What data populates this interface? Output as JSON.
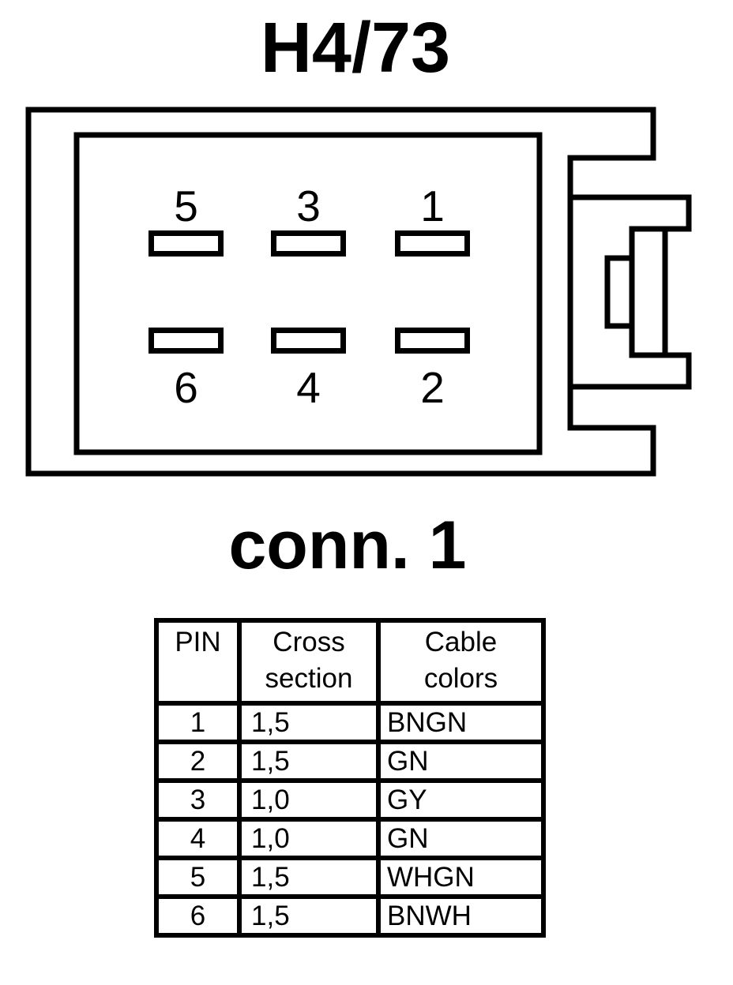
{
  "colors": {
    "ink": "#000000",
    "background": "#ffffff"
  },
  "connector": {
    "title": "H4/73",
    "caption": "conn. 1",
    "pin_labels": {
      "top": [
        "5",
        "3",
        "1"
      ],
      "bottom": [
        "6",
        "4",
        "2"
      ]
    }
  },
  "table": {
    "headers": [
      "PIN",
      "Cross section",
      "Cable colors"
    ],
    "rows": [
      {
        "pin": "1",
        "cross_section": "1,5",
        "cable_colors": "BNGN"
      },
      {
        "pin": "2",
        "cross_section": "1,5",
        "cable_colors": "GN"
      },
      {
        "pin": "3",
        "cross_section": "1,0",
        "cable_colors": "GY"
      },
      {
        "pin": "4",
        "cross_section": "1,0",
        "cable_colors": "GN"
      },
      {
        "pin": "5",
        "cross_section": "1,5",
        "cable_colors": "WHGN"
      },
      {
        "pin": "6",
        "cross_section": "1,5",
        "cable_colors": "BNWH"
      }
    ]
  }
}
